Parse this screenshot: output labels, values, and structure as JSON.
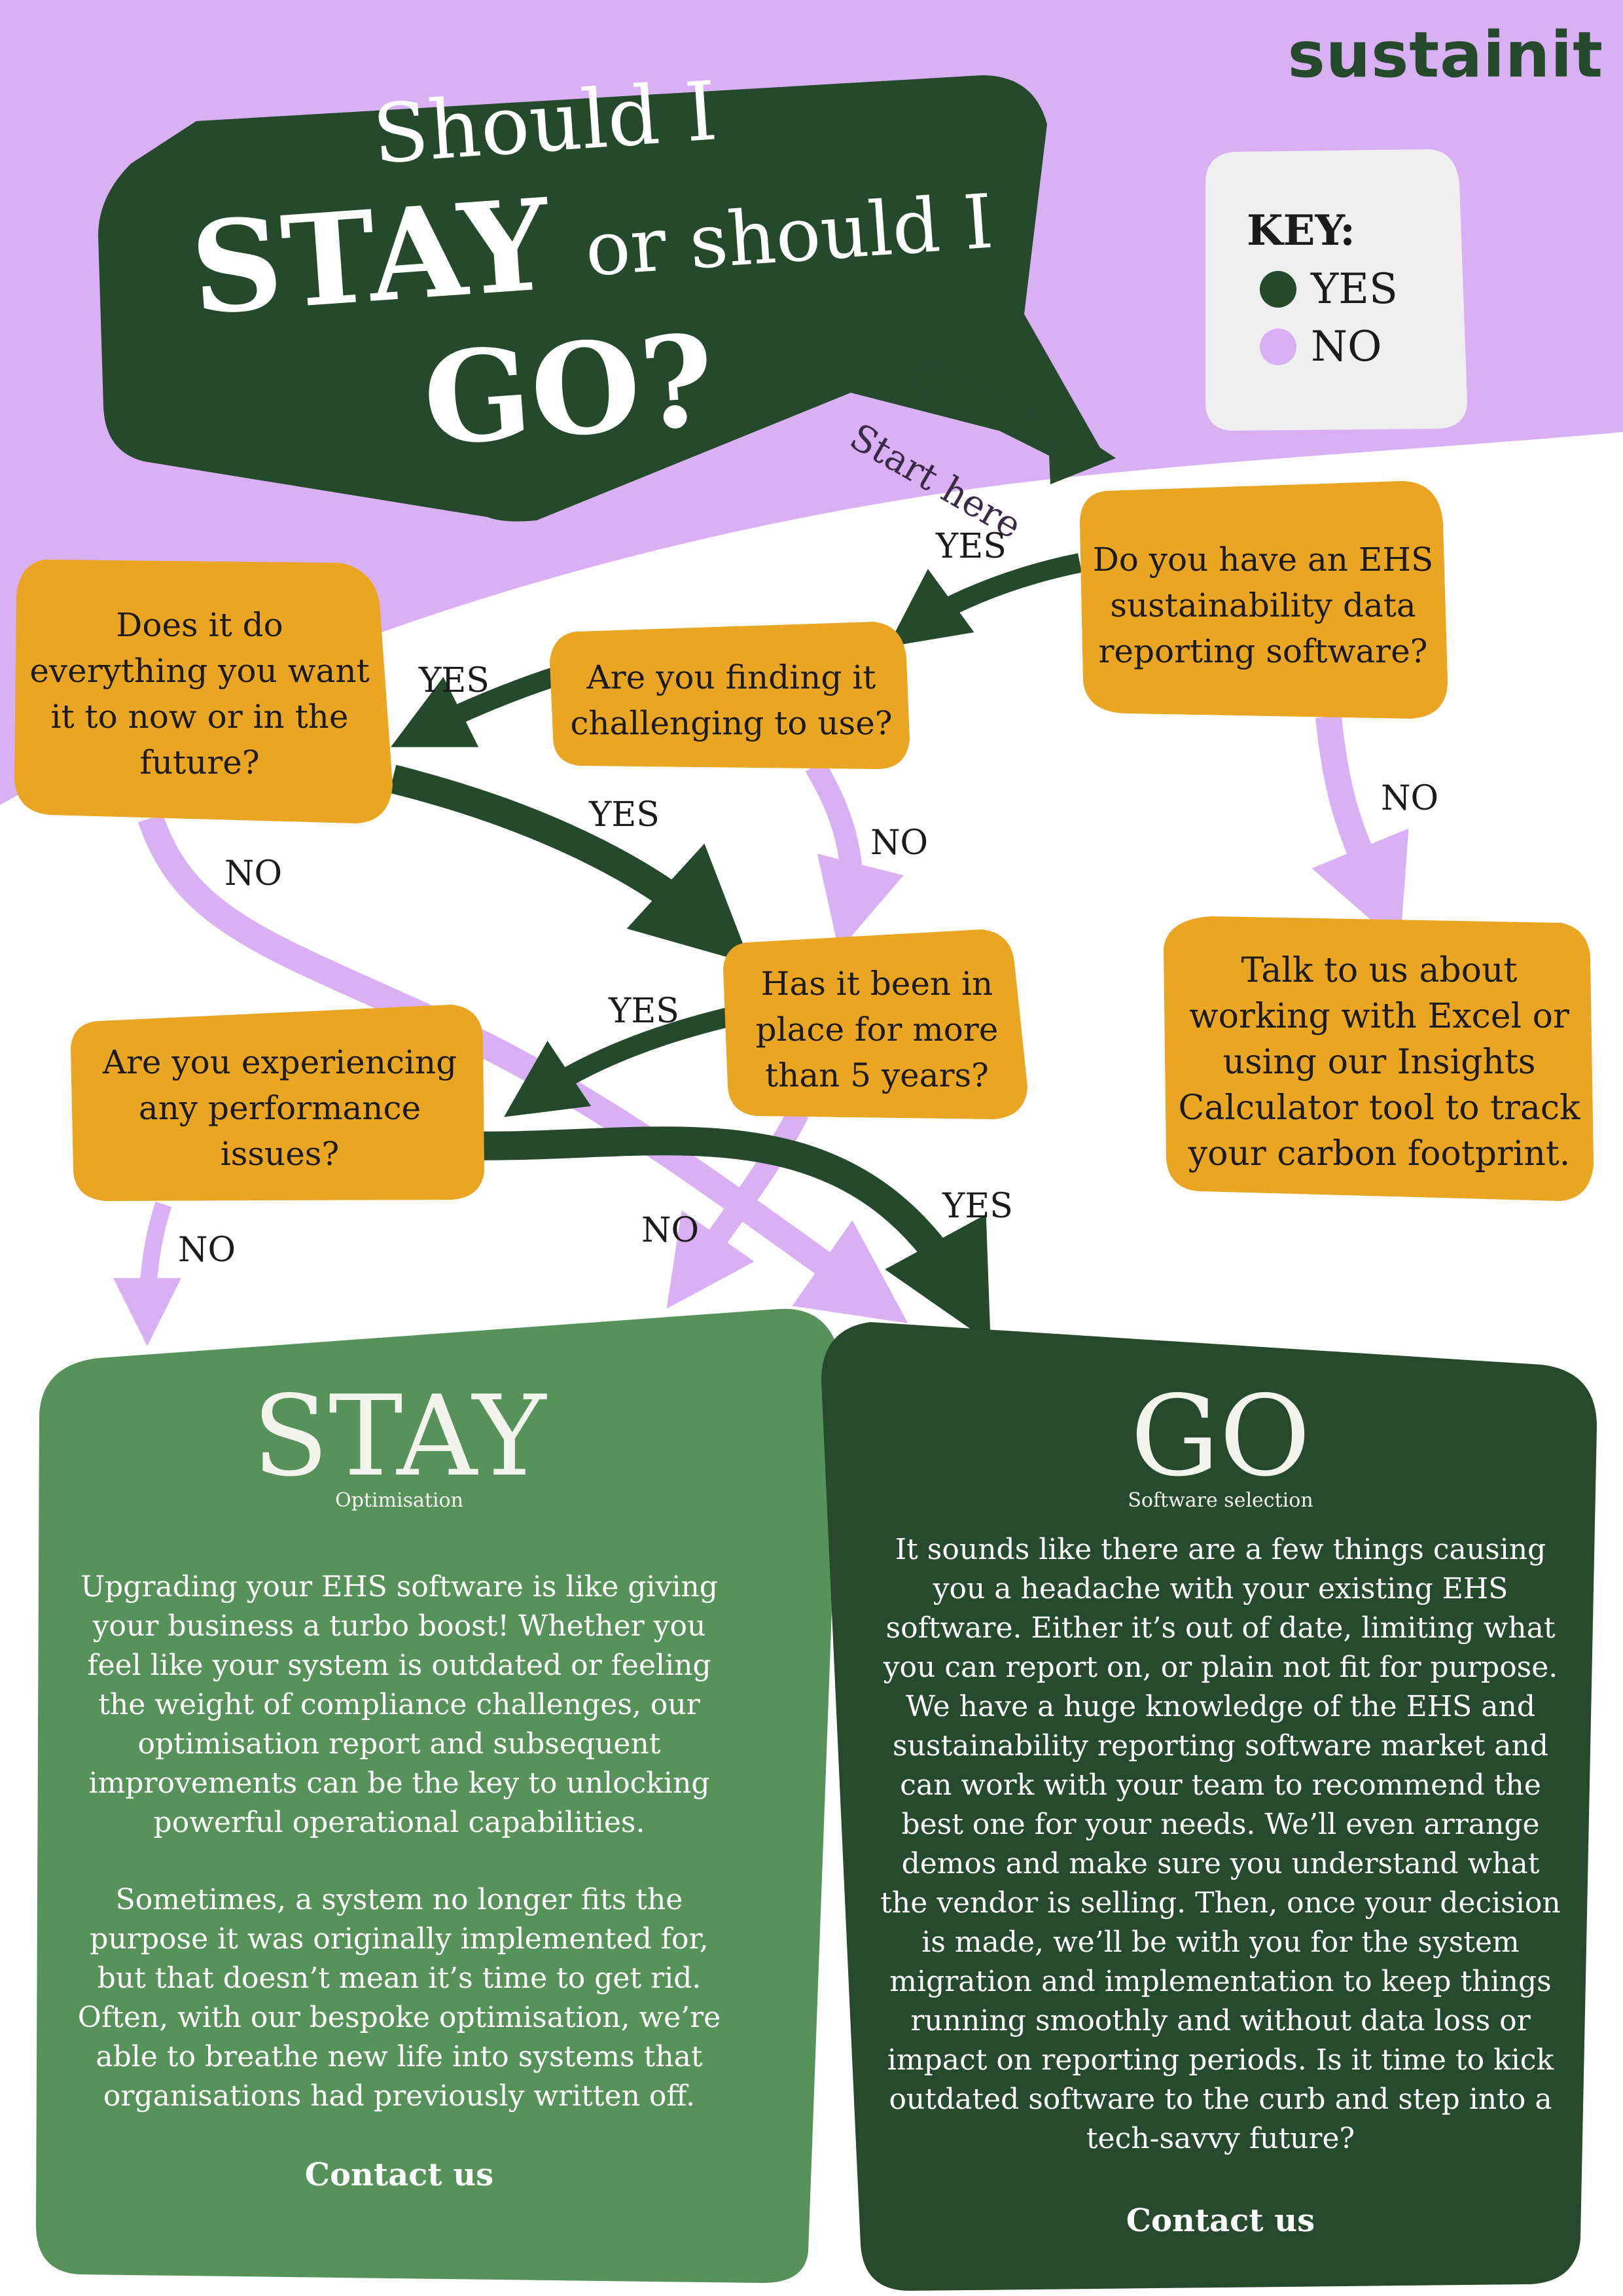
{
  "brand": {
    "logo_text": "sustainit"
  },
  "colors": {
    "lilac": "#d9b0f3",
    "dark_green": "#24492b",
    "mid_green": "#56925a",
    "panel_dark": "#264a2b",
    "amber": "#eaa522",
    "key_bg": "#efefef"
  },
  "title": {
    "line1": "Should I",
    "stay_word": "STAY",
    "middle": "or should I",
    "go_word": "GO?"
  },
  "start_label": "Start here",
  "key": {
    "title": "KEY:",
    "yes": "YES",
    "no": "NO"
  },
  "questions": {
    "q1": "Do you have an EHS sustainability data reporting software?",
    "q2": "Are you finding it challenging to use?",
    "q3": "Does it do everything you want it to now or in the future?",
    "q4": "Has it been in place for more than 5 years?",
    "q5": "Are you experiencing any performance issues?",
    "q6": "Talk to us about working with Excel or using our Insights Calculator tool to track your carbon footprint."
  },
  "labels": {
    "yes": "YES",
    "no": "NO"
  },
  "stay": {
    "title": "STAY",
    "subtitle": "Optimisation",
    "para1": "Upgrading your EHS software is like giving your business a turbo boost! Whether you feel like your system is outdated or feeling the weight of compliance challenges, our optimisation report and subsequent improvements can be the key to unlocking powerful operational capabilities.",
    "para2": "Sometimes, a system no longer fits the purpose it was originally implemented for, but that doesn’t mean it’s time to get rid. Often, with our bespoke optimisation, we’re able to breathe new life into systems that organisations had previously written off.",
    "cta": "Contact us"
  },
  "go": {
    "title": "GO",
    "subtitle": "Software selection",
    "para1": "It sounds like there are a few things causing you a headache with your existing EHS software. Either it’s out of date, limiting what you can report on, or plain not fit for purpose. We have a huge knowledge of the EHS and sustainability reporting software market and can work with your team to recommend the best one for your needs. We’ll even arrange demos and make sure you understand what the vendor is selling. Then, once your decision is made, we’ll be with you for the system migration and implementation to keep things running smoothly and without data loss or impact on reporting periods.  Is it time to kick outdated software to the curb and step into a tech-savvy future?",
    "cta": "Contact us"
  }
}
